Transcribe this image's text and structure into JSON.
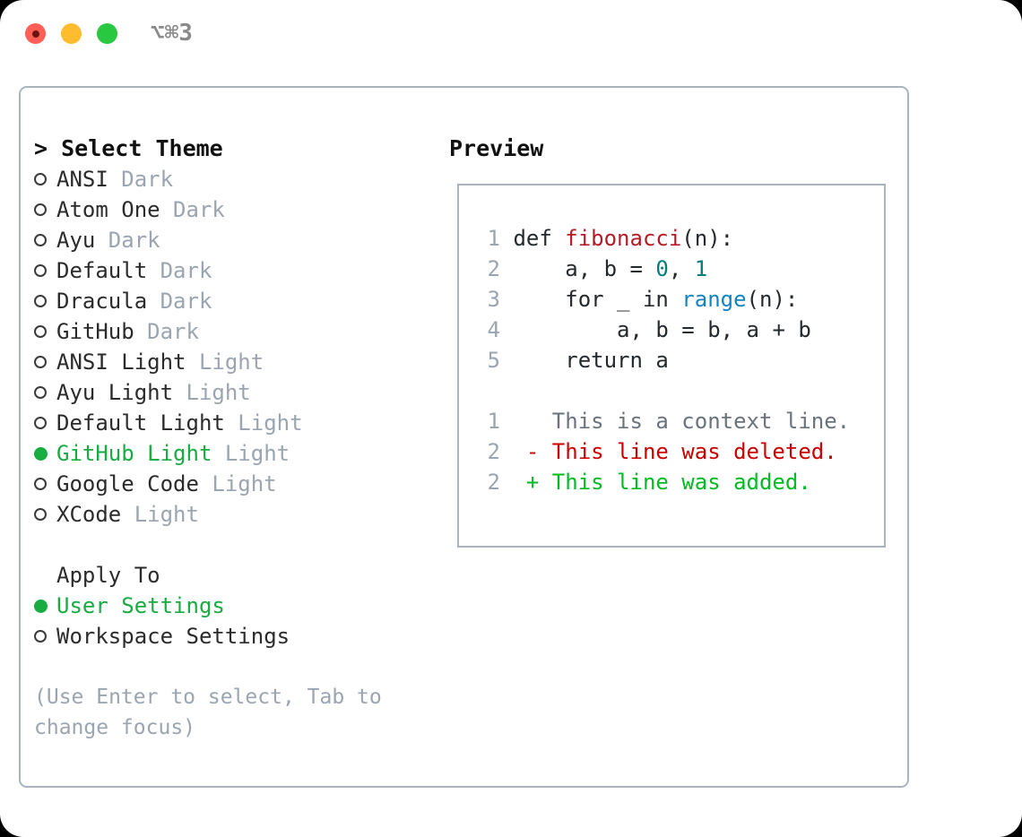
{
  "titlebar": {
    "shortcut": "⌥⌘3",
    "lights": [
      {
        "name": "close",
        "color": "#ff5f57"
      },
      {
        "name": "minimize",
        "color": "#febc2e"
      },
      {
        "name": "maximize",
        "color": "#28c840"
      }
    ]
  },
  "left": {
    "title": "> Select Theme",
    "themes": [
      {
        "name": "ANSI",
        "suffix": " Dark",
        "selected": false
      },
      {
        "name": "Atom One",
        "suffix": " Dark",
        "selected": false
      },
      {
        "name": "Ayu",
        "suffix": " Dark",
        "selected": false
      },
      {
        "name": "Default",
        "suffix": " Dark",
        "selected": false
      },
      {
        "name": "Dracula",
        "suffix": " Dark",
        "selected": false
      },
      {
        "name": "GitHub",
        "suffix": " Dark",
        "selected": false
      },
      {
        "name": "ANSI Light",
        "suffix": " Light",
        "selected": false
      },
      {
        "name": "Ayu Light",
        "suffix": " Light",
        "selected": false
      },
      {
        "name": "Default Light",
        "suffix": " Light",
        "selected": false
      },
      {
        "name": "GitHub Light",
        "suffix": " Light",
        "selected": true
      },
      {
        "name": "Google Code",
        "suffix": " Light",
        "selected": false
      },
      {
        "name": "XCode",
        "suffix": " Light",
        "selected": false
      }
    ],
    "apply_to_label": "Apply To",
    "apply_to_options": [
      {
        "name": "User Settings",
        "selected": true
      },
      {
        "name": "Workspace Settings",
        "selected": false
      }
    ],
    "hint": "(Use Enter to select, Tab to change focus)"
  },
  "right": {
    "title": "Preview",
    "code_lines": [
      {
        "num": "1",
        "tokens": [
          {
            "t": "def ",
            "c": "plain"
          },
          {
            "t": "fibonacci",
            "c": "fn"
          },
          {
            "t": "(n):",
            "c": "plain"
          }
        ]
      },
      {
        "num": "2",
        "tokens": [
          {
            "t": "    a, b = ",
            "c": "plain"
          },
          {
            "t": "0",
            "c": "num"
          },
          {
            "t": ", ",
            "c": "plain"
          },
          {
            "t": "1",
            "c": "num"
          }
        ]
      },
      {
        "num": "3",
        "tokens": [
          {
            "t": "    for _ in ",
            "c": "plain"
          },
          {
            "t": "range",
            "c": "call"
          },
          {
            "t": "(n):",
            "c": "plain"
          }
        ]
      },
      {
        "num": "4",
        "tokens": [
          {
            "t": "        a, b = b, a + b",
            "c": "plain"
          }
        ]
      },
      {
        "num": "5",
        "tokens": [
          {
            "t": "    return a",
            "c": "plain"
          }
        ]
      }
    ],
    "diff_lines": [
      {
        "num": "1",
        "marker": "  ",
        "text": "This is a context line.",
        "kind": "ctx"
      },
      {
        "num": "2",
        "marker": "- ",
        "text": "This line was deleted.",
        "kind": "del"
      },
      {
        "num": "2",
        "marker": "+ ",
        "text": "This line was added.",
        "kind": "add"
      }
    ]
  },
  "colors": {
    "selected_green": "#18ac41",
    "muted_grey": "#9aa5b1",
    "border": "#aab4c0",
    "diff_delete": "#cc0000",
    "diff_add": "#00bb22",
    "function_red": "#b31d28",
    "number_teal": "#007d7d",
    "call_blue": "#1184c2"
  }
}
